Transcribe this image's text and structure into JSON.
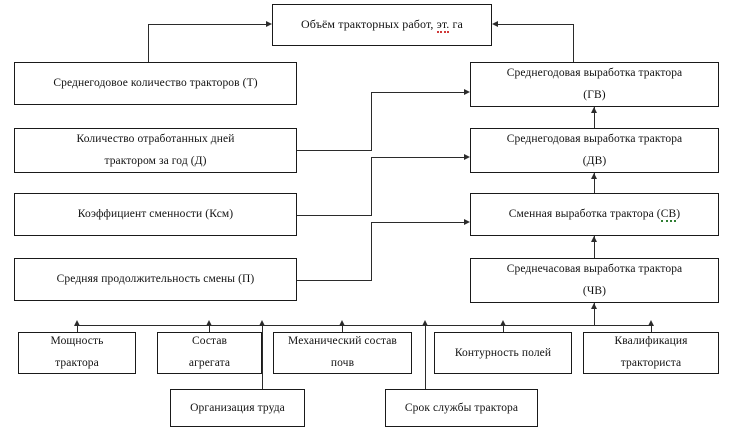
{
  "diagram": {
    "title_box": {
      "label": "Объём тракторных работ, эт. га",
      "label_plain": "Объём тракторных работ,",
      "label_misspelled": "эт.",
      "label_tail": "га"
    },
    "left_column": [
      {
        "id": "t",
        "label": "Среднегодовое количество тракторов (Т)"
      },
      {
        "id": "d",
        "line1": "Количество отработанных дней",
        "line2": "трактором за год (Д)"
      },
      {
        "id": "ksm",
        "label": "Коэффициент сменности (Ксм)"
      },
      {
        "id": "p",
        "label": "Средняя продолжительность смены (П)"
      }
    ],
    "right_column": [
      {
        "id": "gv",
        "line1": "Среднегодовая выработка трактора",
        "line2": "(ГВ)"
      },
      {
        "id": "dv",
        "line1": "Среднегодовая выработка трактора",
        "line2": "(ДВ)"
      },
      {
        "id": "sv",
        "label_head": "Сменная выработка трактора (",
        "label_tag": "СВ",
        "label_tail": ")"
      },
      {
        "id": "chv",
        "line1": "Среднечасовая выработка трактора",
        "line2": "(ЧВ)"
      }
    ],
    "factors_row": [
      {
        "id": "power",
        "line1": "Мощность",
        "line2": "трактора"
      },
      {
        "id": "unit",
        "line1": "Состав",
        "line2": "агрегата"
      },
      {
        "id": "soil",
        "line1": "Механический состав",
        "line2": "почв"
      },
      {
        "id": "fields",
        "label": "Контурность полей"
      },
      {
        "id": "qualif",
        "line1": "Квалификация",
        "line2": "тракториста"
      }
    ],
    "factors_row2": [
      {
        "id": "labor",
        "label": "Организация труда"
      },
      {
        "id": "lifetime",
        "label": "Срок службы трактора"
      }
    ],
    "colors": {
      "line": "#2b2b2b",
      "border": "#1a1a1a",
      "background": "#ffffff",
      "spell_error": "#d03a3a",
      "spell_grammar": "#2f7d32"
    }
  }
}
